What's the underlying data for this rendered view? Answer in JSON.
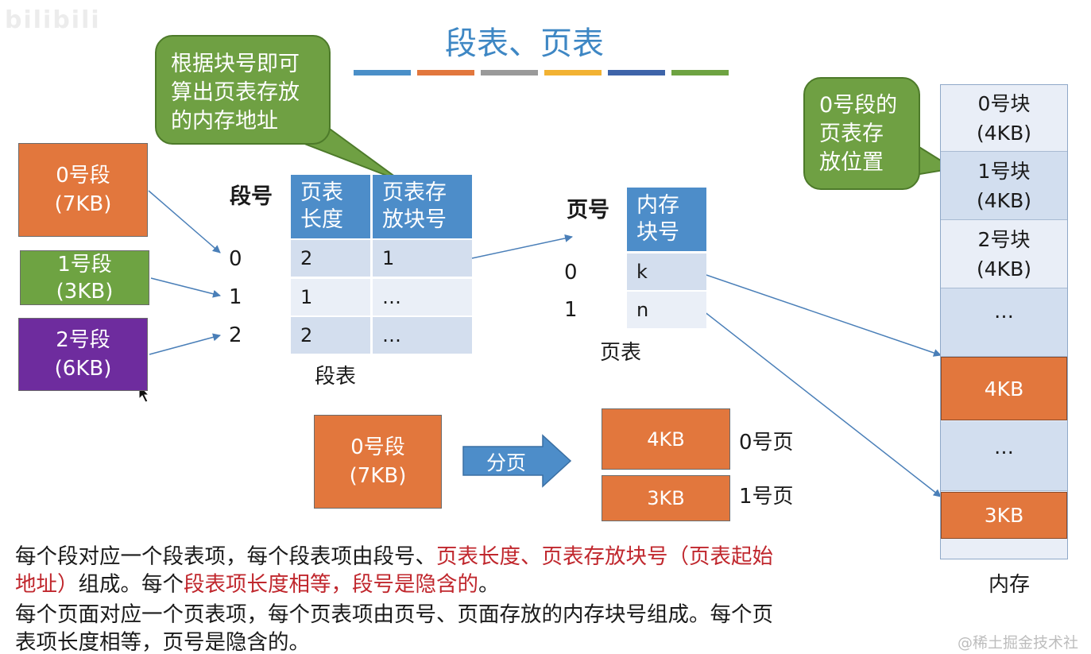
{
  "watermark_top": "bilibili",
  "title": "段表、页表",
  "title_bar_colors": [
    "#4a8fc8",
    "#e2773d",
    "#9a9a9a",
    "#f2b233",
    "#3e64a9",
    "#6ea342"
  ],
  "callout_block": {
    "line1": "根据块号即可",
    "line2": "算出页表存放",
    "line3": "的内存地址"
  },
  "callout_memory": {
    "line1": "0号段的",
    "line2": "页表存",
    "line3": "放位置"
  },
  "segments": [
    {
      "name": "0号段",
      "size": "(7KB)",
      "color": "#e2773d"
    },
    {
      "name": "1号段",
      "size": "(3KB)",
      "color": "#6ea342"
    },
    {
      "name": "2号段",
      "size": "(6KB)",
      "color": "#6e2c9e"
    }
  ],
  "segment_table": {
    "index_header": "段号",
    "col1_header_l1": "页表",
    "col1_header_l2": "长度",
    "col2_header_l1": "页表存",
    "col2_header_l2": "放块号",
    "indices": [
      "0",
      "1",
      "2"
    ],
    "rows": [
      {
        "length": "2",
        "block": "1"
      },
      {
        "length": "1",
        "block": "…"
      },
      {
        "length": "2",
        "block": "…"
      }
    ],
    "caption": "段表"
  },
  "page_table": {
    "index_header": "页号",
    "col_header_l1": "内存",
    "col_header_l2": "块号",
    "indices": [
      "0",
      "1"
    ],
    "rows": [
      "k",
      "n"
    ],
    "caption": "页表"
  },
  "paging_demo": {
    "segment_name": "0号段",
    "segment_size": "(7KB)",
    "arrow_label": "分页",
    "pages": [
      {
        "size": "4KB",
        "label": "0号页"
      },
      {
        "size": "3KB",
        "label": "1号页"
      }
    ]
  },
  "memory": {
    "cells": [
      {
        "l1": "0号块",
        "l2": "(4KB)"
      },
      {
        "l1": "1号块",
        "l2": "(4KB)"
      },
      {
        "l1": "2号块",
        "l2": "(4KB)"
      },
      {
        "l1": "…",
        "l2": ""
      },
      {
        "l1": "4KB",
        "l2": ""
      },
      {
        "l1": "…",
        "l2": ""
      },
      {
        "l1": "3KB",
        "l2": ""
      }
    ],
    "caption": "内存"
  },
  "paragraph1": {
    "p1": "每个段对应一个段表项，每个段表项由段号、",
    "r1": "页表长度、页表存放块号（页表起始",
    "r2": "地址）",
    "p2": "组成。每个",
    "r3": "段表项长度相等，段号是隐含的",
    "p3": "。"
  },
  "paragraph2": {
    "line1": "每个页面对应一个页表项，每个页表项由页号、页面存放的内存块号组成。每个页",
    "line2": "表项长度相等，页号是隐含的。"
  },
  "watermark_bottom": "@稀土掘金技术社区"
}
